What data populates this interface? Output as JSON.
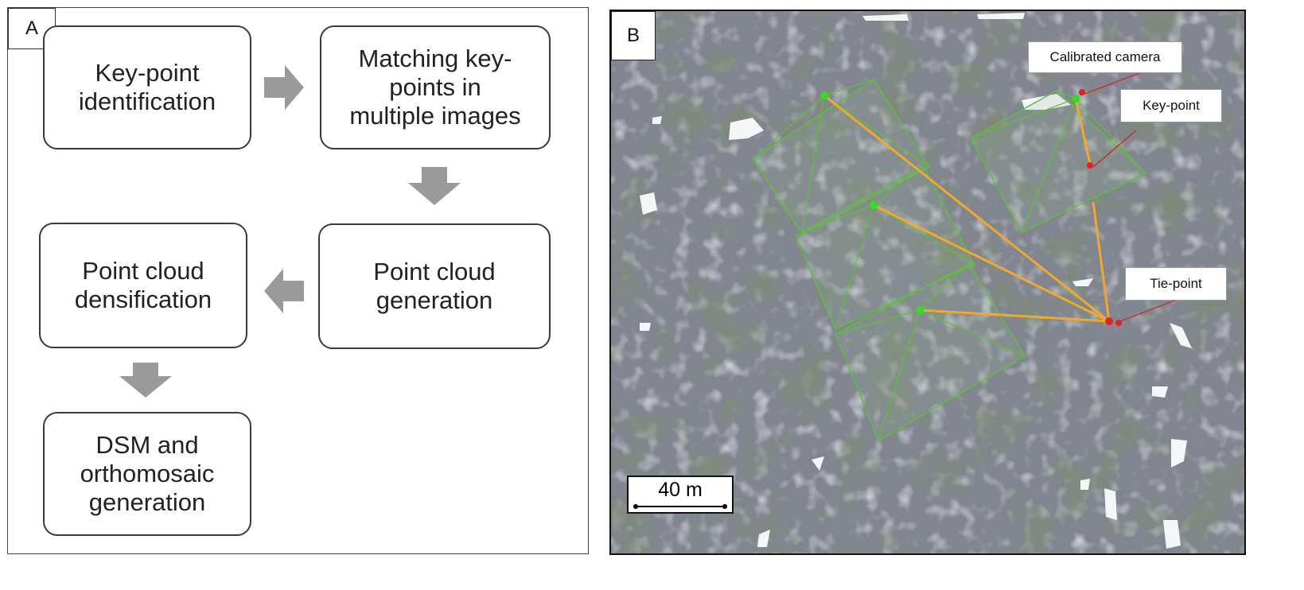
{
  "panel_a": {
    "label": "A",
    "steps": [
      {
        "text": "Key-point\nidentification"
      },
      {
        "text": "Matching key-\npoints in\nmultiple images"
      },
      {
        "text": "Point cloud\ngeneration"
      },
      {
        "text": "Point cloud\ndensification"
      },
      {
        "text": "DSM and\northomosaic\ngeneration"
      }
    ],
    "arrow_color": "#9a9a9a"
  },
  "panel_b": {
    "label": "B",
    "callouts": {
      "calibrated_camera": "Calibrated camera",
      "key_point": "Key-point",
      "tie_point": "Tie-point"
    },
    "scale_bar": "40 m",
    "colors": {
      "footprint_outline": "#5fbf3c",
      "ray": "#f0a830",
      "camera": "#33dd22",
      "tie_point": "#dd2222",
      "terrain": "#7d818c"
    }
  }
}
